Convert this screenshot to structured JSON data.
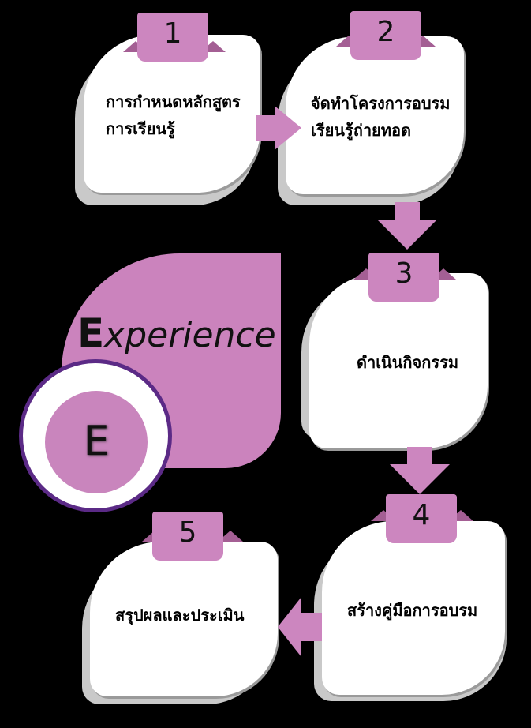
{
  "title": {
    "first": "E",
    "rest": "xperience"
  },
  "emblem_letter": "E",
  "colors": {
    "accent": "#cc86bf",
    "accent_dark": "#a45f94",
    "ring": "#5b2a86",
    "background": "#000000"
  },
  "steps": [
    {
      "number": "1",
      "lines": [
        "การกำหนดหลักสูตร",
        "การเรียนรู้"
      ]
    },
    {
      "number": "2",
      "lines": [
        "จัดทำโครงการอบรม",
        "เรียนรู้ถ่ายทอด"
      ]
    },
    {
      "number": "3",
      "lines": [
        "ดำเนินกิจกรรม"
      ]
    },
    {
      "number": "4",
      "lines": [
        "สร้างคู่มือการอบรม"
      ]
    },
    {
      "number": "5",
      "lines": [
        "สรุปผลและประเมิน"
      ]
    }
  ]
}
